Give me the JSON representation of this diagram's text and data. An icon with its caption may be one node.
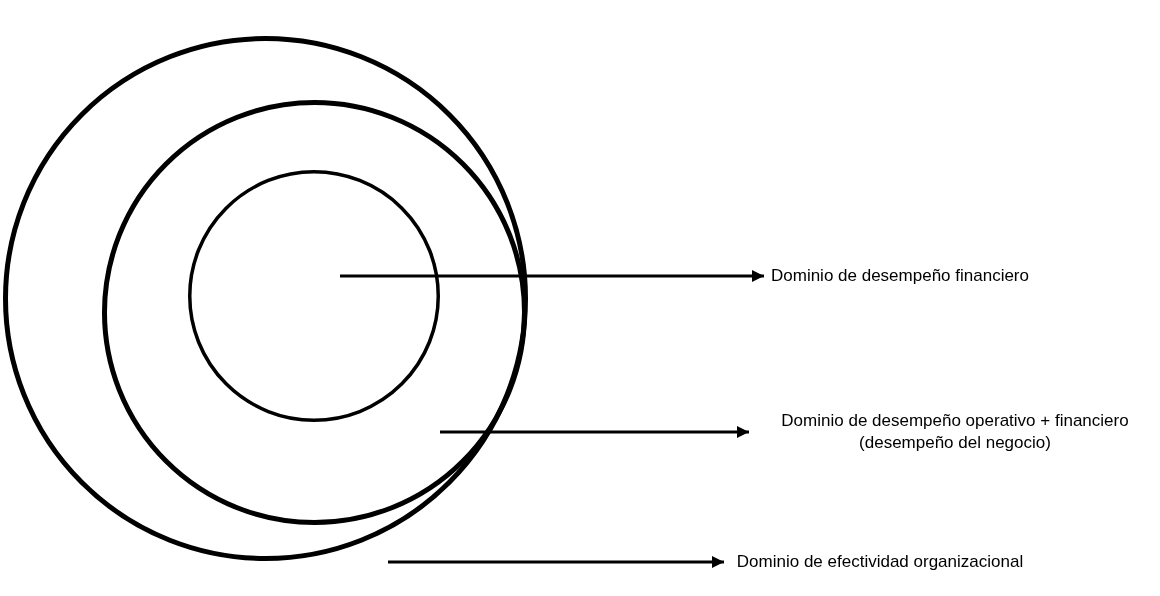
{
  "diagram": {
    "nodes": [
      {
        "text": [],
        "shape": "circle"
      },
      {
        "text": [],
        "shape": "circle",
        "in": 0
      },
      {
        "text": [],
        "shape": "circle",
        "in": 1
      },
      {
        "text": [
          "Dominio de desempeño financiero"
        ]
      },
      {
        "text": [
          "Dominio de desempeño operativo + financiero (desempeño del negocio)"
        ]
      },
      {
        "text": [
          "Dominio de efectividad organizacional"
        ]
      }
    ],
    "edges": [
      {
        "from": 2,
        "to": 3,
        "arrow": "to"
      },
      {
        "from": 1,
        "to": 4,
        "arrow": "to"
      },
      {
        "from": 0,
        "to": 5,
        "arrow": "to"
      }
    ]
  }
}
